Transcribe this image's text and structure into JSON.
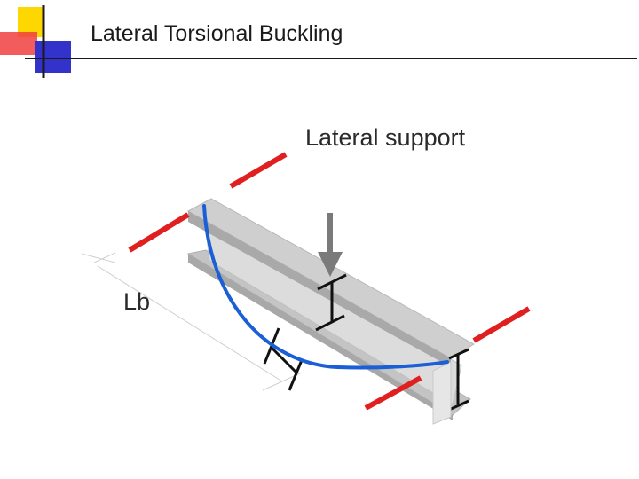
{
  "slide": {
    "title": "Lateral Torsional Buckling"
  },
  "diagram": {
    "lateral_support_label": "Lateral support",
    "unbraced_length_label": "Lb"
  },
  "colors": {
    "bullet_yellow": "#ffd700",
    "bullet_red": "#f04040",
    "bullet_blue": "#3333cc",
    "title_rule": "#1a1a1a",
    "beam_flange": "#c8c8c8",
    "beam_web": "#d8d8d8",
    "support_red": "#e02020",
    "buckled_curve_blue": "#1a5fd6",
    "load_arrow_gray": "#7a7a7a"
  }
}
